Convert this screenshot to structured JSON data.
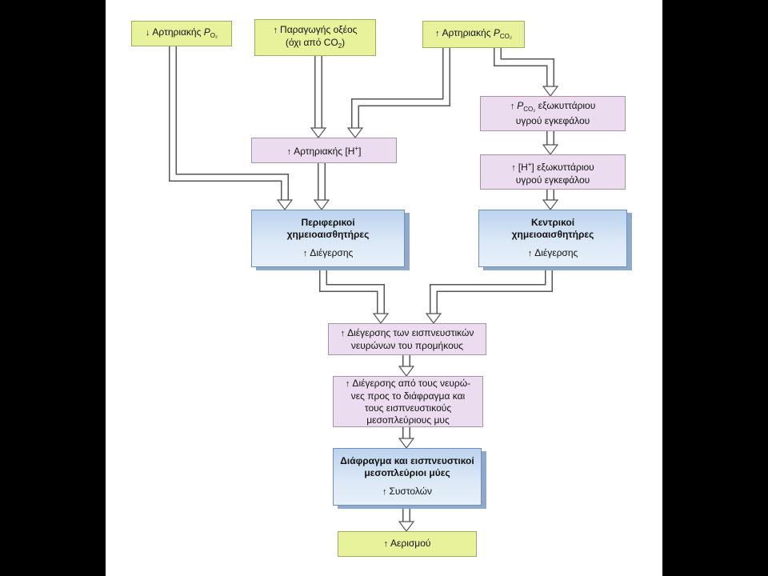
{
  "colors": {
    "yellow": "#e8f29a",
    "pink": "#ecdcef",
    "blue": "#cfe0f3",
    "arrow_stroke": "#555555",
    "arrow_fill": "#ffffff"
  },
  "boxes": {
    "arterial_po2": {
      "arrow": "↓",
      "text": "Αρτηριακής ",
      "p": "P",
      "sub": "O₂"
    },
    "acid_production": {
      "arrow": "↑",
      "line1": "Παραγωγής οξέος",
      "line2a": "(όχι από CO",
      "line2b": "2",
      "line2c": ")"
    },
    "arterial_pco2": {
      "arrow": "↑",
      "text": "Αρτηριακής ",
      "p": "P",
      "sub": "CO₂"
    },
    "pco2_ecf_brain": {
      "arrow": "↑",
      "p": "P",
      "sub": "CO₂",
      "line1": " εξωκυττάριου",
      "line2": "υγρού εγκεφάλου"
    },
    "arterial_h": {
      "arrow": "↑",
      "text": "Αρτηριακής [H",
      "sup": "+",
      "close": "]"
    },
    "h_ecf_brain": {
      "arrow": "↑",
      "open": "[H",
      "sup": "+",
      "line1": "] εξωκυττάριου",
      "line2": "υγρού εγκεφάλου"
    },
    "peripheral": {
      "title1": "Περιφερικοί",
      "title2": "χημειοαισθητήρες",
      "arrow": "↑",
      "sub": "Διέγερσης"
    },
    "central": {
      "title1": "Κεντρικοί",
      "title2": "χημειοαισθητήρες",
      "arrow": "↑",
      "sub": "Διέγερσης"
    },
    "medulla": {
      "arrow": "↑",
      "line1": "Διέγερσης των εισπνευστικών",
      "line2": "νευρώνων του προμήκους"
    },
    "nerves": {
      "arrow": "↑",
      "line1": "Διέγερσης από τους νευρώ-",
      "line2": "νες προς το διάφραγμα και",
      "line3": "τους εισπνευστικούς",
      "line4": "μεσοπλεύριους μυς"
    },
    "diaphragm": {
      "title1": "Διάφραγμα και εισπνευστικοί",
      "title2": "μεσοπλεύριοι μύες",
      "arrow": "↑",
      "sub": "Συστολών"
    },
    "ventilation": {
      "arrow": "↑",
      "text": "Αερισμού"
    }
  }
}
